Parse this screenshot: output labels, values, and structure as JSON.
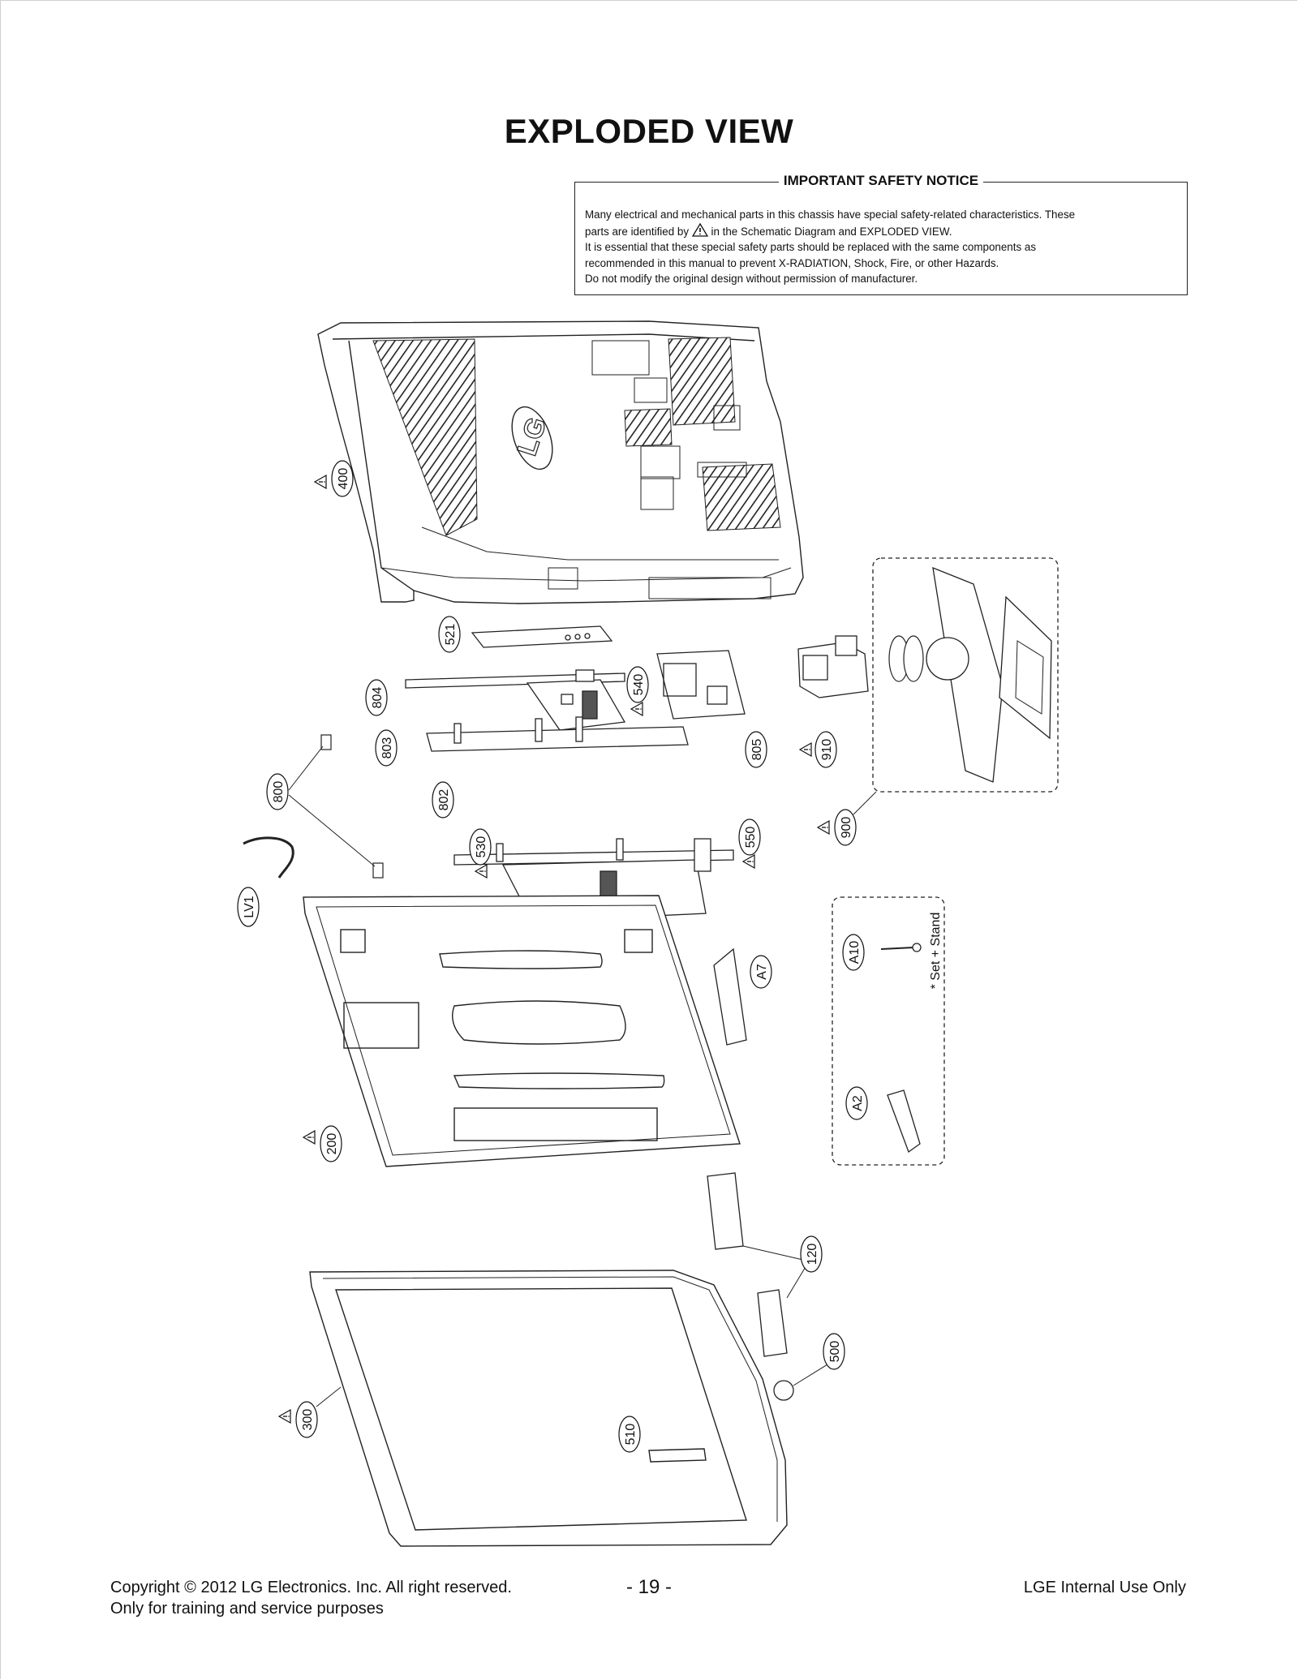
{
  "page": {
    "title": "EXPLODED VIEW"
  },
  "notice": {
    "heading": "IMPORTANT SAFETY NOTICE",
    "line1": "Many electrical and mechanical parts in this chassis have special safety-related characteristics. These",
    "line2_a": "parts are identified by",
    "line2_b": "in the Schematic Diagram and EXPLODED VIEW.",
    "line3": "It is essential that these special safety parts should be replaced with the same components as",
    "line4": "recommended in this manual to prevent X-RADIATION, Shock, Fire, or other Hazards.",
    "line5": "Do not modify the original design without permission of manufacturer."
  },
  "parts": {
    "p400": "400",
    "p521": "521",
    "p804": "804",
    "p540": "540",
    "p805": "805",
    "p910": "910",
    "p803": "803",
    "p800": "800",
    "p802": "802",
    "p530": "530",
    "p550": "550",
    "p900": "900",
    "lv1": "LV1",
    "a10": "A10",
    "a7": "A7",
    "a2": "A2",
    "p200": "200",
    "p120": "120",
    "p500": "500",
    "p300": "300",
    "p510": "510"
  },
  "stand_note": "* Set + Stand",
  "logo_text": "LG",
  "footer": {
    "copyright": "Copyright  © 2012 LG Electronics. Inc. All right reserved.",
    "purpose": "Only for training and service purposes",
    "page_number": "- 19 -",
    "internal": "LGE Internal Use Only"
  }
}
